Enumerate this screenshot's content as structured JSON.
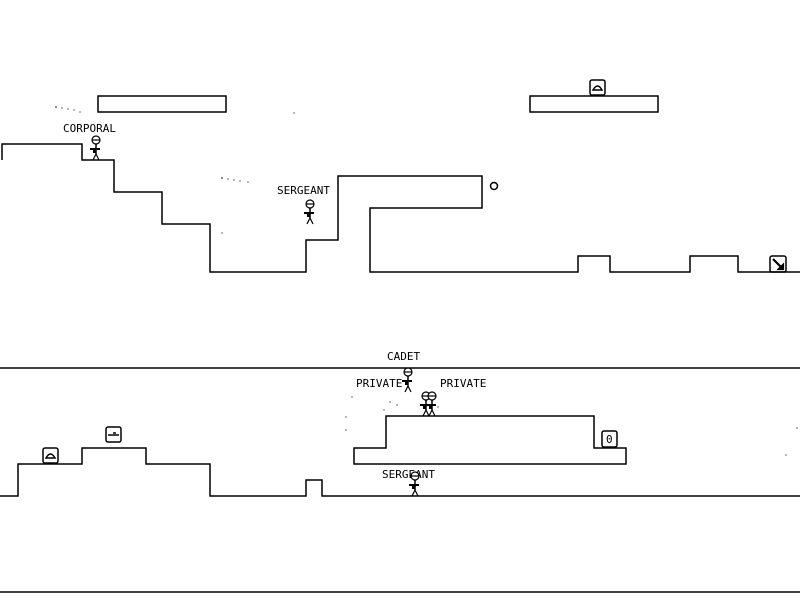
{
  "colors": {
    "background": "#ffffff",
    "ink": "#000000"
  },
  "soldiers": [
    {
      "rank": "CORPORAL"
    },
    {
      "rank": "SERGEANT"
    },
    {
      "rank": "CADET"
    },
    {
      "rank": "PRIVATE"
    },
    {
      "rank": "PRIVATE"
    },
    {
      "rank": "SERGEANT"
    }
  ],
  "pickups": [
    {
      "icon": "helmet-icon"
    },
    {
      "icon": "helmet-icon"
    },
    {
      "icon": "rifle-icon"
    },
    {
      "icon": "ammo-zero-icon",
      "label": "0"
    },
    {
      "icon": "rocket-icon"
    }
  ]
}
